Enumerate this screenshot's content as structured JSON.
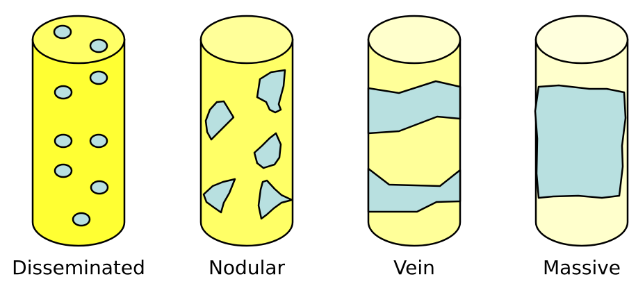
{
  "colors": {
    "disseminated_body": "#FFFF33",
    "disseminated_top": "#FFFF66",
    "nodular_body": "#FFFF66",
    "nodular_top": "#FFFF99",
    "vein_body": "#FFFF99",
    "vein_top": "#FFFFCC",
    "massive_body": "#FFFFCC",
    "massive_top": "#FFFFDD",
    "ore": "#B8E0E0",
    "outline": "#000000"
  },
  "samples": [
    {
      "key": "disseminated",
      "label": "Disseminated"
    },
    {
      "key": "nodular",
      "label": "Nodular"
    },
    {
      "key": "vein",
      "label": "Vein"
    },
    {
      "key": "massive",
      "label": "Massive"
    }
  ]
}
